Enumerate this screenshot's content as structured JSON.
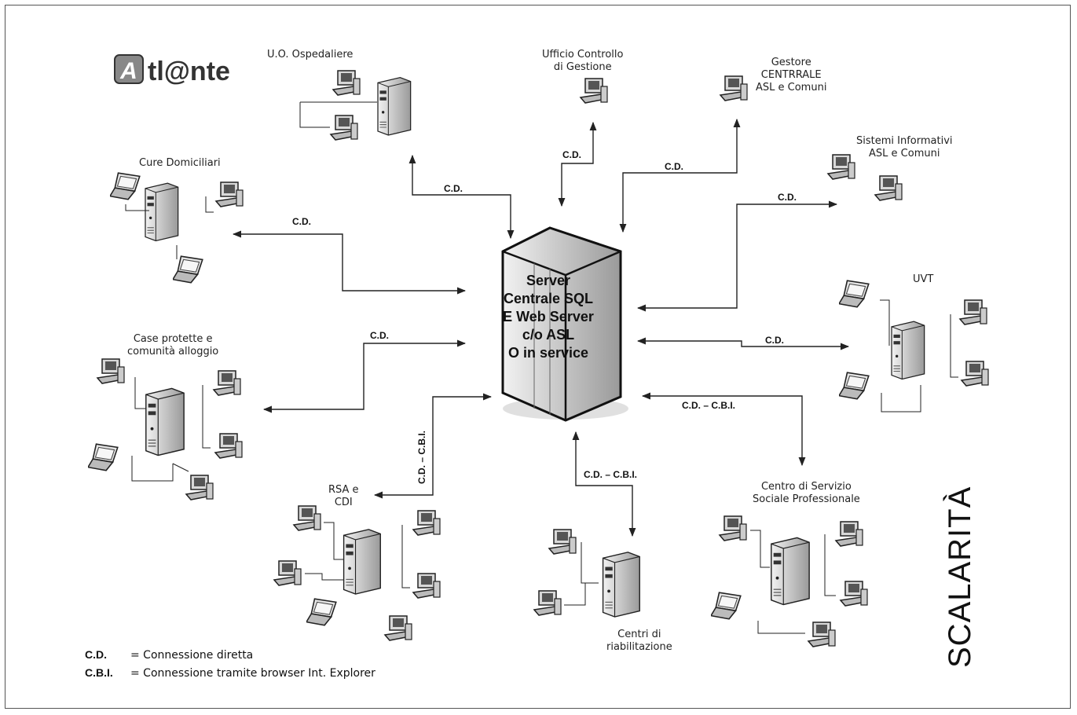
{
  "logo": {
    "text": "tl@nte"
  },
  "server": {
    "lines": [
      "Server",
      "Centrale SQL",
      "E Web Server",
      "c/o ASL",
      "O in service"
    ]
  },
  "nodes": {
    "uo_ospedaliere": [
      "U.O. Ospedaliere"
    ],
    "ufficio_controllo": [
      "Ufficio Controllo",
      "di Gestione"
    ],
    "gestore_centrale": [
      "Gestore",
      "CENTRRALE",
      "ASL e Comuni"
    ],
    "sistemi_informativi": [
      "Sistemi Informativi",
      "ASL e Comuni"
    ],
    "cure_domiciliari": [
      "Cure Domiciliari"
    ],
    "case_protette": [
      "Case protette e",
      "comunità alloggio"
    ],
    "uvt": [
      "UVT"
    ],
    "rsa_cdi": [
      "RSA e",
      "CDI"
    ],
    "centri_riabilitazione": [
      "Centri di",
      "riabilitazione"
    ],
    "centro_servizio": [
      "Centro di Servizio",
      "Sociale Professionale"
    ]
  },
  "connections": {
    "cd": "C.D.",
    "cd_cbi": "C.D. – C.B.I."
  },
  "legend": {
    "cd_abbr": "C.D.",
    "cd_text": "= Connessione diretta",
    "cbi_abbr": "C.B.I.",
    "cbi_text": "= Connessione tramite browser Int. Explorer"
  },
  "side_title": "SCALARITÀ"
}
